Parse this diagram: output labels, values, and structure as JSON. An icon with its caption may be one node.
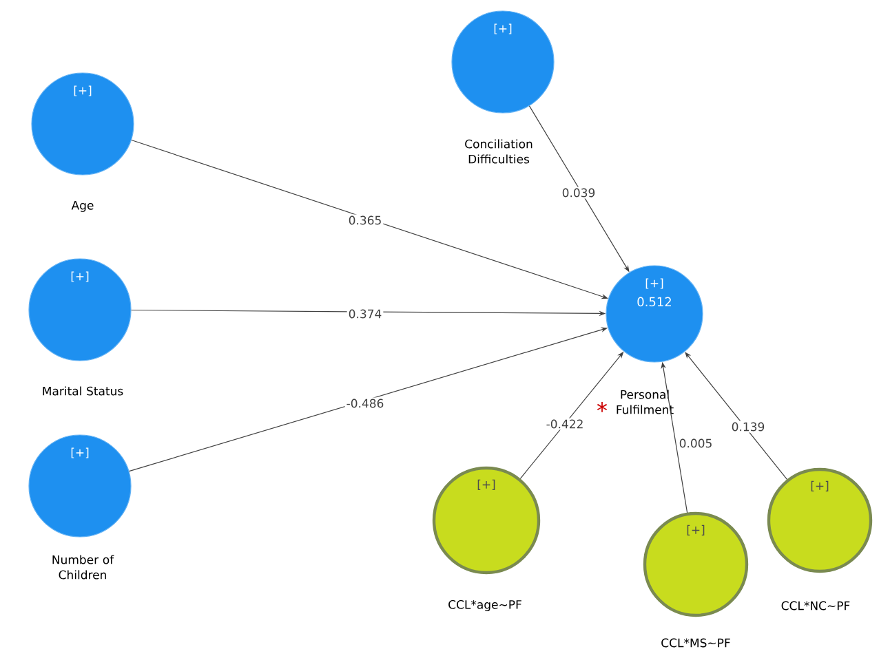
{
  "diagram": {
    "nodes": [
      {
        "text": [
          "[+]",
          "Age"
        ]
      },
      {
        "text": [
          "[+]",
          "Marital Status"
        ]
      },
      {
        "text": [
          "[+]",
          "Number of Children"
        ]
      },
      {
        "text": [
          "[+]",
          "Conciliation Difficulties"
        ]
      },
      {
        "text": [
          "[+]",
          "0.512",
          "Personal Fulfilment"
        ]
      },
      {
        "text": [
          "[+]",
          "CCL*age~PF"
        ]
      },
      {
        "text": [
          "[+]",
          "CCL*MS~PF"
        ]
      },
      {
        "text": [
          "[+]",
          "CCL*NC~PF"
        ]
      }
    ],
    "edges": [
      {
        "from": 0,
        "to": 4,
        "arrow": "to",
        "label": "0.365"
      },
      {
        "from": 1,
        "to": 4,
        "arrow": "to",
        "label": "0.374"
      },
      {
        "from": 2,
        "to": 4,
        "arrow": "to",
        "label": "-0.486"
      },
      {
        "from": 3,
        "to": 4,
        "arrow": "to",
        "label": "0.039"
      },
      {
        "from": 5,
        "to": 4,
        "arrow": "to",
        "label": "-0.422"
      },
      {
        "from": 6,
        "to": 4,
        "arrow": "to",
        "label": "0.005"
      },
      {
        "from": 7,
        "to": 4,
        "arrow": "to",
        "label": "0.139"
      }
    ],
    "labels": [
      "*"
    ]
  }
}
